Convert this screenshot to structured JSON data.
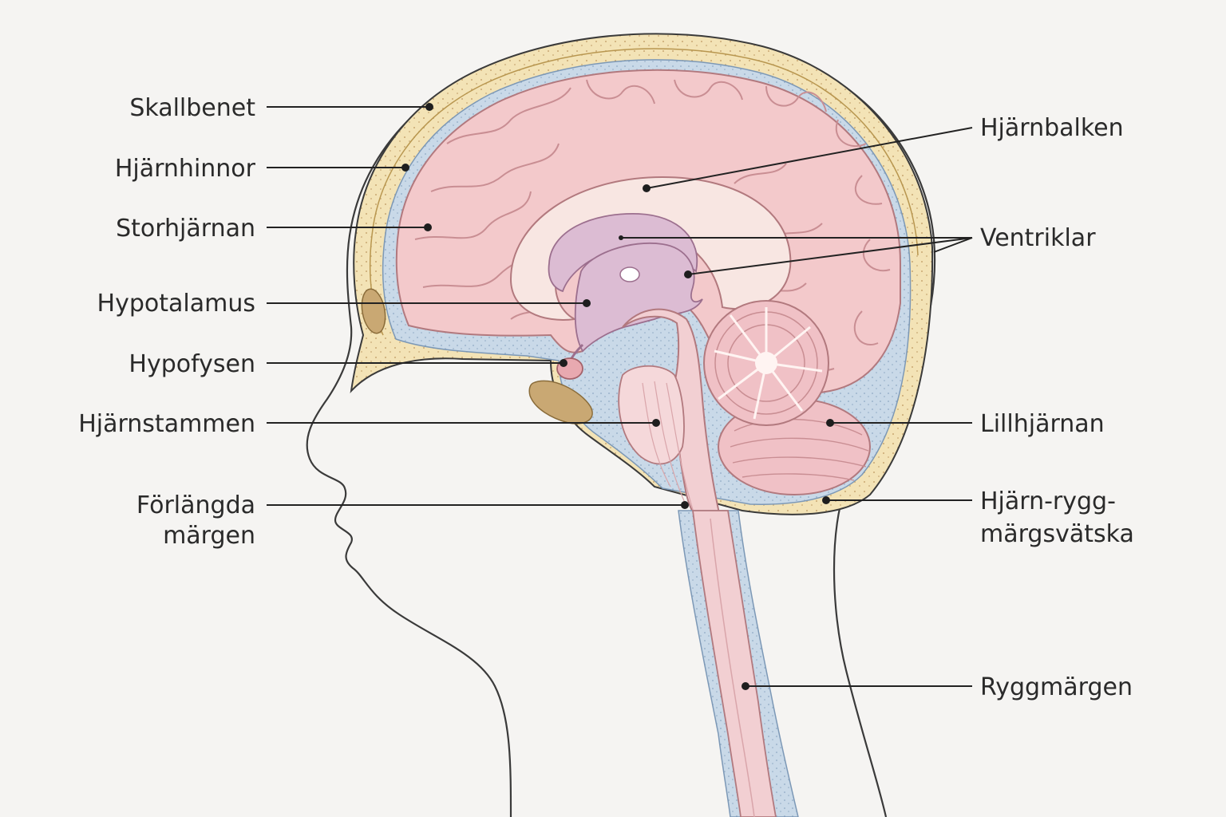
{
  "labels": {
    "skallbenet": "Skallbenet",
    "hjarnhinnor": "Hjärnhinnor",
    "storhjarnan": "Storhjärnan",
    "hypotalamus": "Hypotalamus",
    "hypofysen": "Hypofysen",
    "hjarnstammen": "Hjärnstammen",
    "forlangda_line1": "Förlängda",
    "forlangda_line2": "märgen",
    "hjarnbalken": "Hjärnbalken",
    "ventriklar": "Ventriklar",
    "lillhjarnan": "Lillhjärnan",
    "csf_line1": "Hjärn-rygg-",
    "csf_line2": "märgsvätska",
    "ryggmargen": "Ryggmärgen"
  },
  "colors": {
    "background": "#f5f4f2",
    "skull_bone": "#f3e3b6",
    "meninges_csf": "#c9d9e8",
    "cerebrum": "#f3c9cb",
    "gyri_lines": "#c98e93",
    "corpus_callosum": "#f8e6e2",
    "ventricle_diencephalon": "#dcbcd3",
    "brainstem": "#f2cfd2",
    "cerebellum": "#f0c1c6",
    "sinus": "#c9a873",
    "outline": "#3a3a3a",
    "leader_line": "#222222"
  }
}
